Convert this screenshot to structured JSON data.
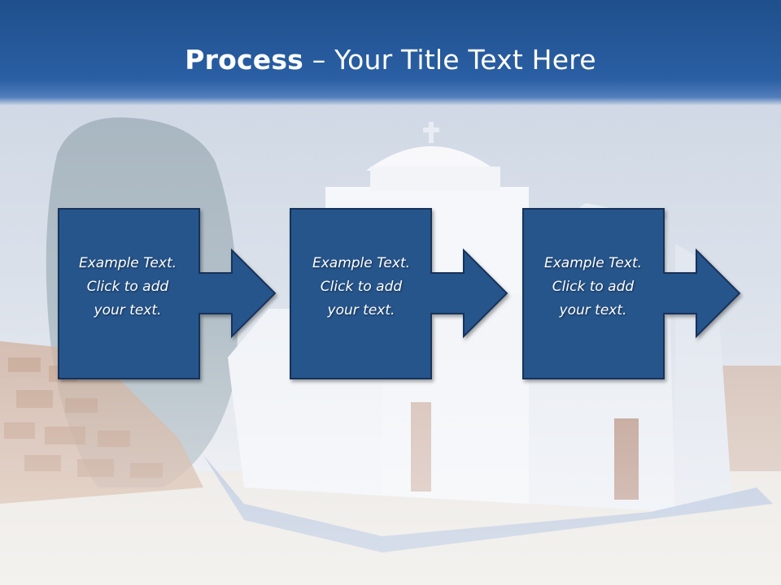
{
  "title": {
    "bold": "Process",
    "rest": " – Your Title Text Here"
  },
  "steps": [
    {
      "lines": [
        "Example Text.",
        "Click  to add",
        "your text."
      ]
    },
    {
      "lines": [
        "Example Text.",
        "Click  to add",
        "your text."
      ]
    },
    {
      "lines": [
        "Example Text.",
        "Click  to add",
        "your text."
      ]
    }
  ],
  "colors": {
    "title_bar": "#2a5fa4",
    "box_fill": "#26548c",
    "box_stroke": "#17335a",
    "text": "#ffffff"
  }
}
